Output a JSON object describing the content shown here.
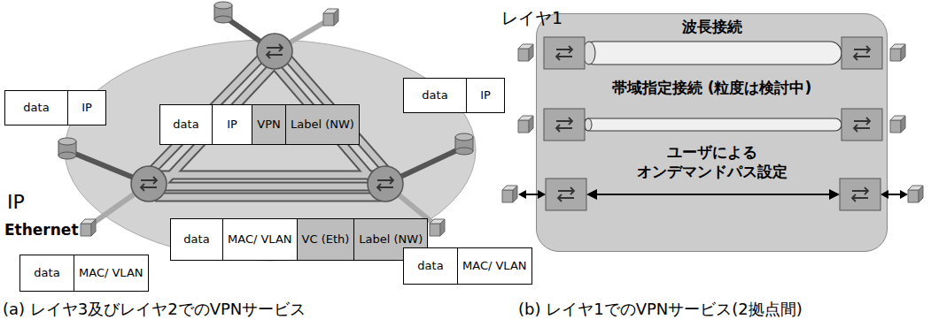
{
  "diagram": {
    "nodes": [
      {
        "text": [
          "data",
          "IP"
        ]
      },
      {
        "text": [
          "data",
          "IP",
          "VPN",
          "Label (NW)"
        ]
      },
      {
        "text": [
          "data",
          "IP"
        ]
      },
      {
        "text": [
          "data",
          "MAC/ VLAN",
          "VC (Eth)",
          "Label (NW)"
        ]
      },
      {
        "text": [
          "data",
          "MAC/ VLAN"
        ]
      },
      {
        "text": [
          "data",
          "MAC/ VLAN"
        ]
      },
      {
        "text": [
          "波長接続",
          "帯域指定接続 (粒度は検討中)",
          "ユーザによる オンデマンドパス設定"
        ]
      }
    ],
    "labels": [
      "IP",
      "Ethernet",
      "レイヤ1",
      "(a) レイヤ3及びレイヤ2でのVPNサービス",
      "(b) レイヤ1でのVPNサービス(2拠点間)"
    ]
  }
}
